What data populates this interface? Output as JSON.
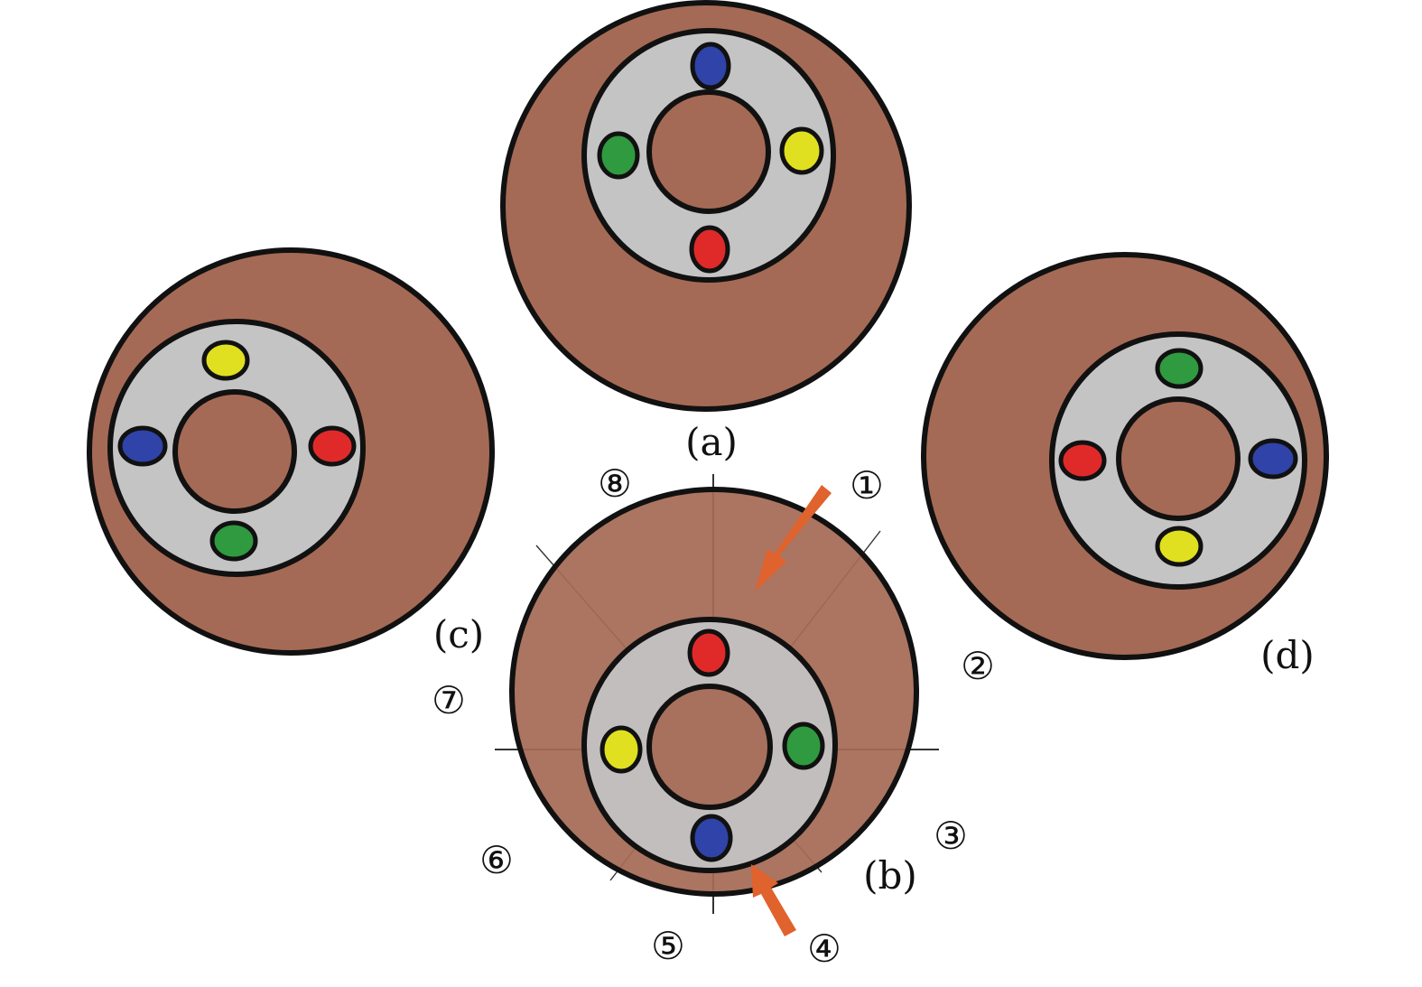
{
  "colors": {
    "outer_disk": "#a56a55",
    "ring": "#c4c4c4",
    "inner_disk": "#a56a55",
    "stroke": "#111111",
    "arrow": "#e0622c",
    "guide_line": "#333333"
  },
  "panels": [
    {
      "key": "a",
      "label": "(a)",
      "dots": [
        {
          "color": "#2f43a8",
          "at": "top"
        },
        {
          "color": "#e0e020",
          "at": "right"
        },
        {
          "color": "#e02a2a",
          "at": "bottom"
        },
        {
          "color": "#2f9a3f",
          "at": "left"
        }
      ]
    },
    {
      "key": "b",
      "label": "(b)",
      "dots": [
        {
          "color": "#e02a2a",
          "at": "top"
        },
        {
          "color": "#2f9a3f",
          "at": "right"
        },
        {
          "color": "#2f43a8",
          "at": "bottom"
        },
        {
          "color": "#e0e020",
          "at": "left"
        }
      ]
    },
    {
      "key": "c",
      "label": "(c)",
      "dots": [
        {
          "color": "#e0e020",
          "at": "top"
        },
        {
          "color": "#e02a2a",
          "at": "right"
        },
        {
          "color": "#2f9a3f",
          "at": "bottom"
        },
        {
          "color": "#2f43a8",
          "at": "left"
        }
      ]
    },
    {
      "key": "d",
      "label": "(d)",
      "dots": [
        {
          "color": "#2f9a3f",
          "at": "top"
        },
        {
          "color": "#2f43a8",
          "at": "right"
        },
        {
          "color": "#e0e020",
          "at": "bottom"
        },
        {
          "color": "#e02a2a",
          "at": "left"
        }
      ]
    }
  ],
  "position_labels": [
    "①",
    "②",
    "③",
    "④",
    "⑤",
    "⑥",
    "⑦",
    "⑧"
  ]
}
